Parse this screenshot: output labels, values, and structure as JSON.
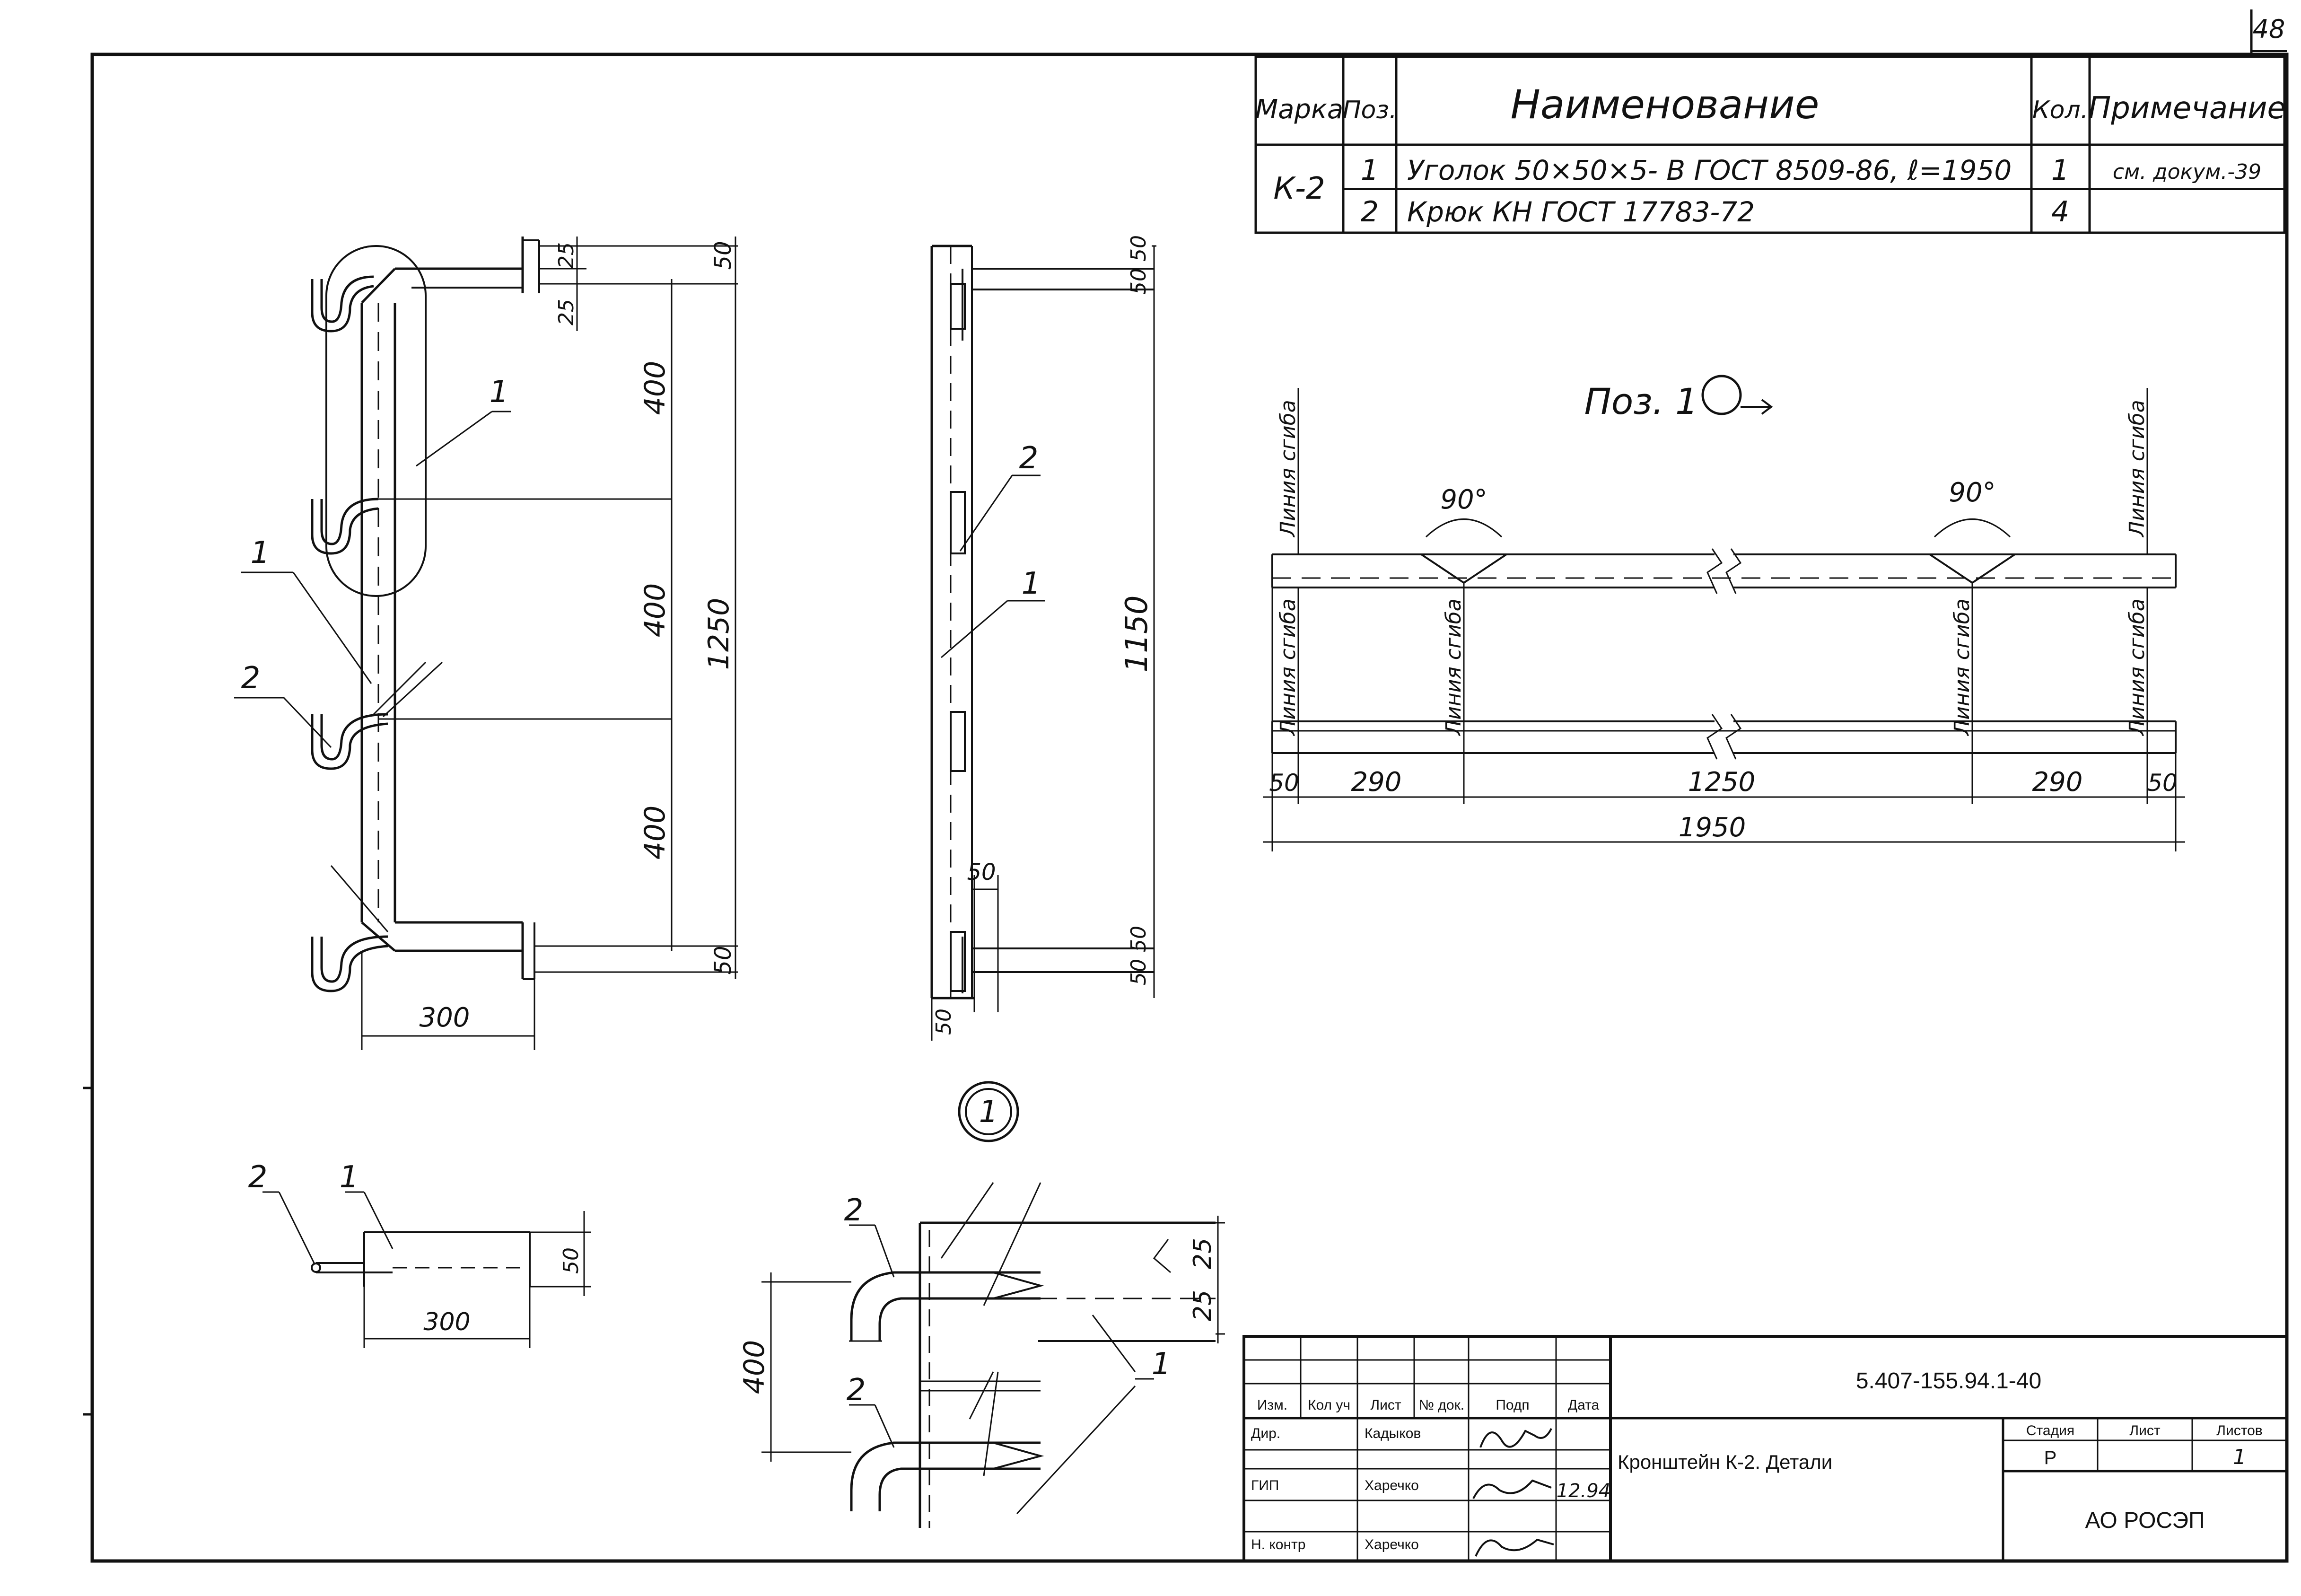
{
  "sheet_number": "48",
  "spec_table": {
    "headers": {
      "mark": "Марка",
      "pos": "Поз.",
      "name": "Наименование",
      "qty": "Кол.",
      "note": "Примечание"
    },
    "mark": "К-2",
    "rows": [
      {
        "pos": "1",
        "name": "Уголок 50×50×5- В ГОСТ 8509-86, ℓ=1950",
        "qty": "1",
        "note": "см. докум.-39"
      },
      {
        "pos": "2",
        "name": "Крюк КН ГОСТ 17783-72",
        "qty": "4",
        "note": ""
      }
    ]
  },
  "front_view": {
    "dims": {
      "d50_top": "50",
      "d25_a": "25",
      "d25_b": "25",
      "d400_a": "400",
      "d400_b": "400",
      "d400_c": "400",
      "d1250": "1250",
      "d50_bottom": "50",
      "d300": "300"
    },
    "callouts": {
      "p1_a": "1",
      "p1_b": "1",
      "p2": "2"
    }
  },
  "side_view": {
    "dims": {
      "d5050_top": "50 50",
      "d1150": "1150",
      "d50_mid": "50",
      "d5050_bottom": "50 50",
      "d50_bottom": "50"
    },
    "callouts": {
      "p2": "2",
      "p1": "1"
    }
  },
  "pos1": {
    "title": "Поз. 1",
    "angle_left": "90°",
    "angle_right": "90°",
    "bend_line_label": "Линия сгиба",
    "dims": {
      "d50_left": "50",
      "d290_left": "290",
      "d1250": "1250",
      "d290_right": "290",
      "d50_right": "50",
      "d1950": "1950"
    }
  },
  "top_view": {
    "callouts": {
      "p2": "2",
      "p1": "1"
    },
    "dims": {
      "d50": "50",
      "d300": "300"
    }
  },
  "detail": {
    "marker": "1",
    "callouts": {
      "p2_a": "2",
      "p2_b": "2",
      "p1": "1"
    },
    "dims": {
      "d25_a": "25",
      "d25_b": "25",
      "d400": "400"
    }
  },
  "title_block": {
    "doc_code": "5.407-155.94.1-40",
    "headers": {
      "izm": "Изм.",
      "kol_uch": "Кол уч",
      "list": "Лист",
      "doc_no": "№ док.",
      "podp": "Подп",
      "date": "Дата"
    },
    "rows": [
      {
        "role": "Дир.",
        "name": "Кадыков",
        "date": ""
      },
      {
        "role": "ГИП",
        "name": "Харечко",
        "date": "12.94"
      },
      {
        "role": "Н. контр",
        "name": "Харечко",
        "date": ""
      }
    ],
    "drawing_title": "Кронштейн К-2. Детали",
    "stage_header": "Стадия",
    "sheet_header": "Лист",
    "sheets_header": "Листов",
    "stage": "Р",
    "sheet_count": "1",
    "company": "АО РОСЭП"
  }
}
